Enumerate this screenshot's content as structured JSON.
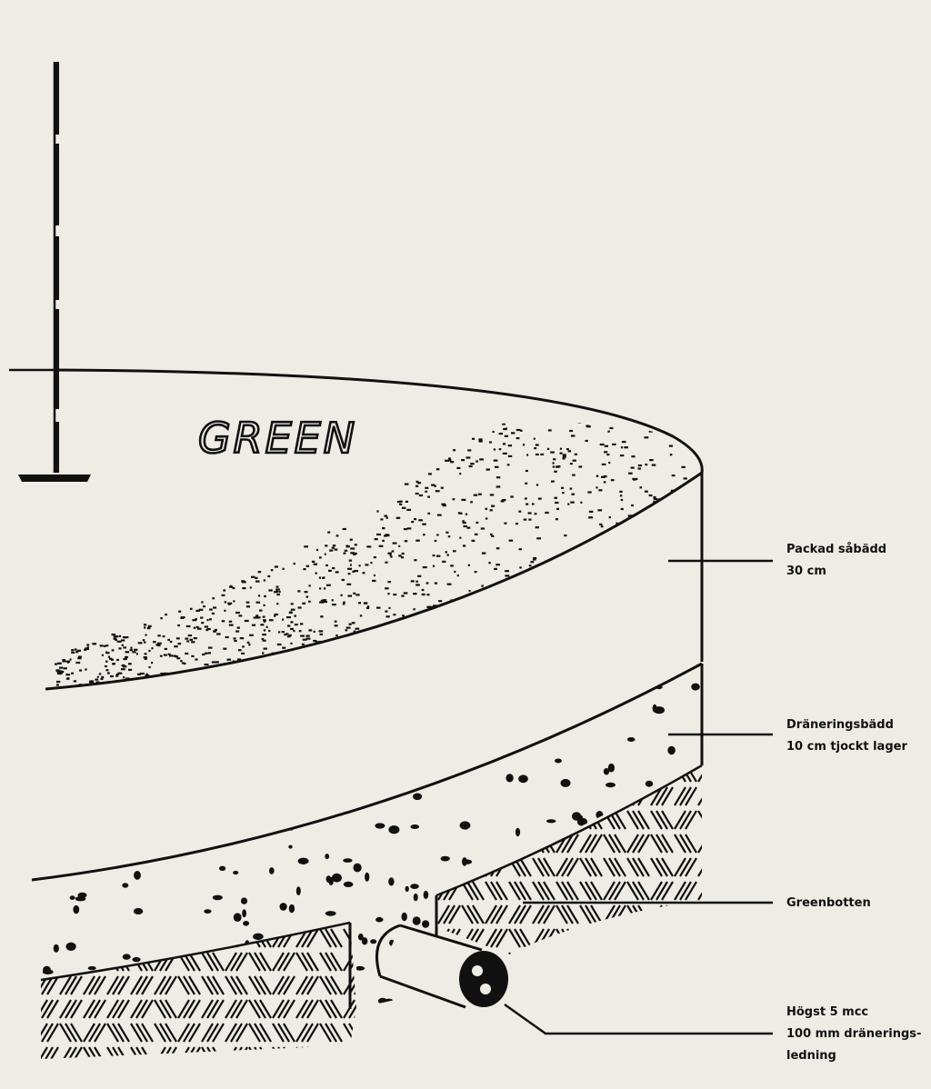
{
  "diagram": {
    "surface_label": "GREEN",
    "layers": [
      {
        "id": "sabadd",
        "lines": [
          "Packad såbädd",
          "30 cm"
        ]
      },
      {
        "id": "draneringsbadd",
        "lines": [
          "Dräneringsbädd",
          "10 cm tjockt lager"
        ]
      },
      {
        "id": "greenbotten",
        "lines": [
          "Greenbotten"
        ]
      },
      {
        "id": "draneringsledning",
        "lines": [
          "Högst 5 mcc",
          "100 mm dränerings-",
          "ledning"
        ]
      }
    ],
    "colors": {
      "background": "#eeece5",
      "ink": "#111111"
    }
  }
}
